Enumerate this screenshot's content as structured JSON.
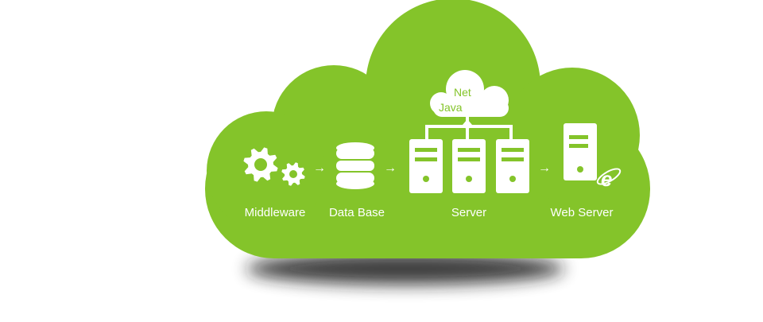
{
  "colors": {
    "cloud": "#84c42a",
    "icon": "#ffffff",
    "label": "#ffffff",
    "small_cloud_text": "#84c42a",
    "shadow": "#1a1a1a"
  },
  "small_cloud": {
    "top_label": "Net",
    "bottom_label": "Java"
  },
  "nodes": [
    {
      "id": "middleware",
      "label": "Middleware",
      "icon": "gears-icon"
    },
    {
      "id": "database",
      "label": "Data Base",
      "icon": "database-icon"
    },
    {
      "id": "server",
      "label": "Server",
      "icon": "server-cluster-icon"
    },
    {
      "id": "web-server",
      "label": "Web Server",
      "icon": "web-server-icon"
    }
  ],
  "arrows": [
    "→",
    "→",
    "→"
  ],
  "browser_badge": {
    "icon": "internet-explorer-icon",
    "letter": "e"
  }
}
